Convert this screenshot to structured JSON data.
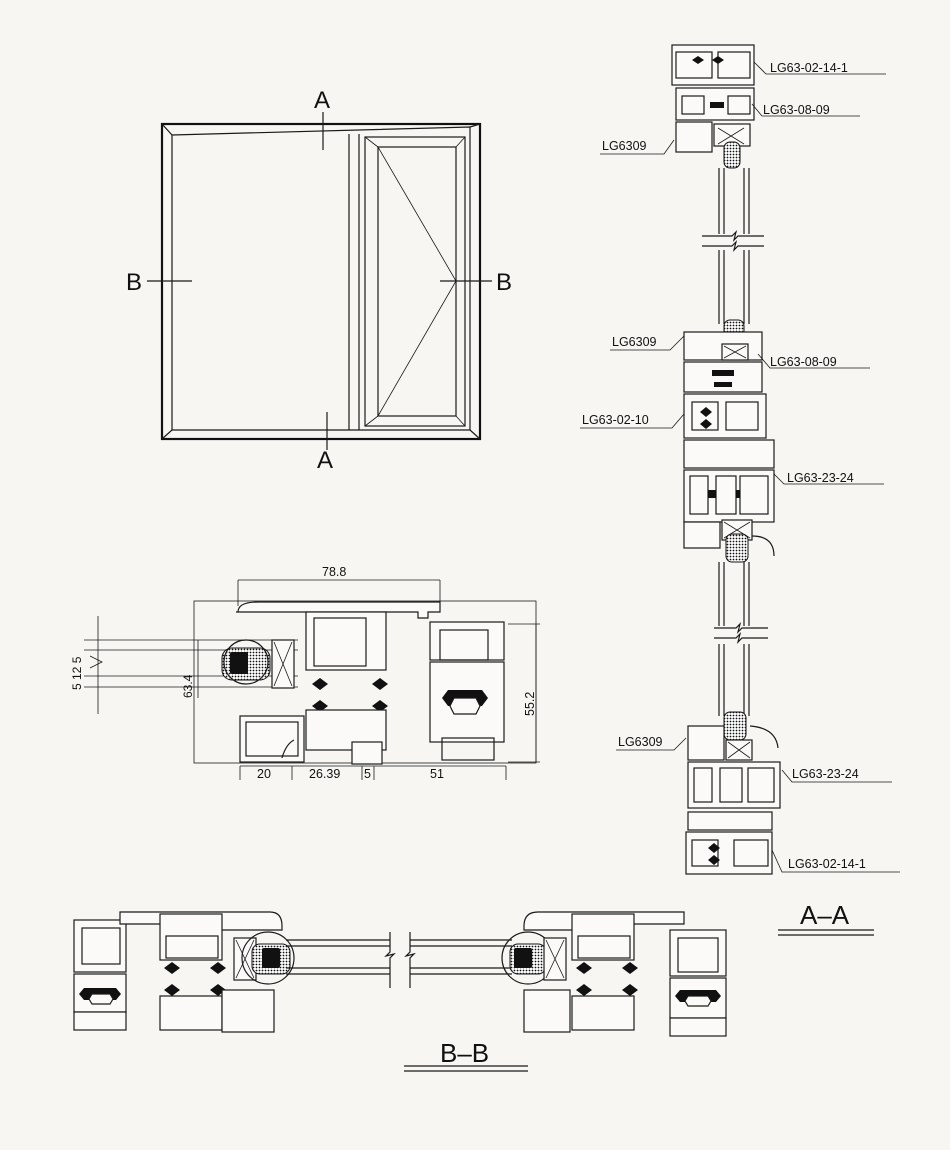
{
  "elevation": {
    "section_a_top": "A",
    "section_a_bottom": "A",
    "section_b_left": "B",
    "section_b_right": "B"
  },
  "section_aa": {
    "title": "A–A",
    "labels": [
      "LG63-02-14-1",
      "LG63-08-09",
      "LG6309",
      "LG6309",
      "LG63-08-09",
      "LG63-02-10",
      "LG63-23-24",
      "LG6309",
      "LG63-23-24",
      "LG63-02-14-1"
    ]
  },
  "detail": {
    "dim_width": "78.8",
    "dim_height": "55.2",
    "dim_glass": "63.4",
    "dim_glass_layers": "5 12 5",
    "dim_bottom": [
      "20",
      "26.39",
      "5",
      "51"
    ]
  },
  "section_bb": {
    "title": "B–B"
  }
}
